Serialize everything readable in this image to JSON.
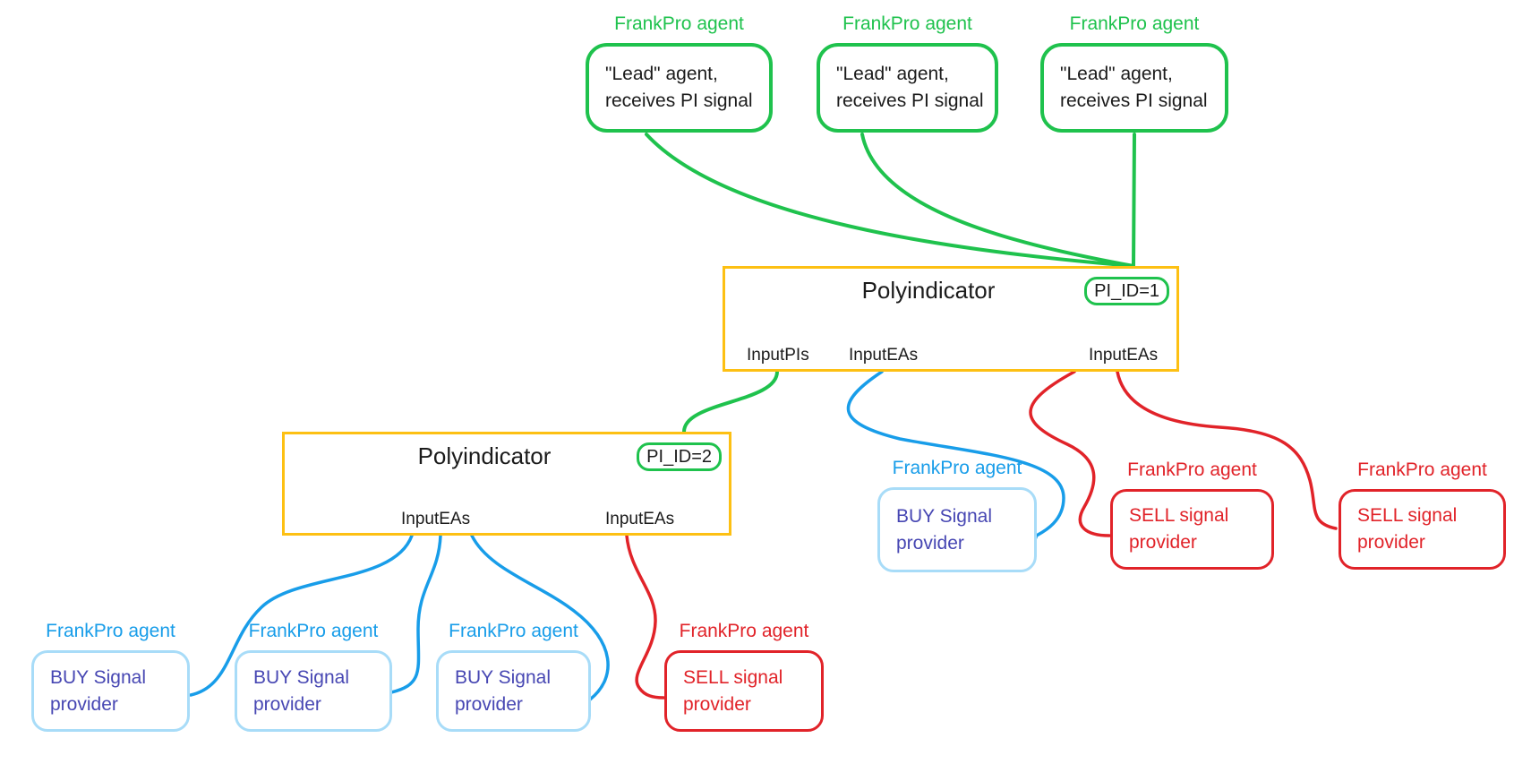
{
  "colors": {
    "green": "#1fc24d",
    "yellow": "#fdc013",
    "blue": "#189de9",
    "light_blue": "#a8dcf8",
    "indigo": "#4747b3",
    "red": "#e12329",
    "text": "#1b1b1b"
  },
  "lead_agents": [
    {
      "label": "FrankPro agent",
      "line1": "\"Lead\" agent,",
      "line2": "receives PI signal"
    },
    {
      "label": "FrankPro agent",
      "line1": "\"Lead\" agent,",
      "line2": "receives PI signal"
    },
    {
      "label": "FrankPro agent",
      "line1": "\"Lead\" agent,",
      "line2": "receives PI signal"
    }
  ],
  "polyindicators": [
    {
      "title": "Polyindicator",
      "badge": "PI_ID=1",
      "ports": [
        "InputPIs",
        "InputEAs",
        "InputEAs"
      ]
    },
    {
      "title": "Polyindicator",
      "badge": "PI_ID=2",
      "ports": [
        "InputEAs",
        "InputEAs"
      ]
    }
  ],
  "buy_agents": [
    {
      "label": "FrankPro agent",
      "line1": "BUY Signal",
      "line2": "provider"
    },
    {
      "label": "FrankPro agent",
      "line1": "BUY Signal",
      "line2": "provider"
    },
    {
      "label": "FrankPro agent",
      "line1": "BUY Signal",
      "line2": "provider"
    },
    {
      "label": "FrankPro agent",
      "line1": "BUY Signal",
      "line2": "provider"
    }
  ],
  "sell_agents": [
    {
      "label": "FrankPro agent",
      "line1": "SELL signal",
      "line2": "provider"
    },
    {
      "label": "FrankPro agent",
      "line1": "SELL signal",
      "line2": "provider"
    },
    {
      "label": "FrankPro agent",
      "line1": "SELL signal",
      "line2": "provider"
    }
  ]
}
